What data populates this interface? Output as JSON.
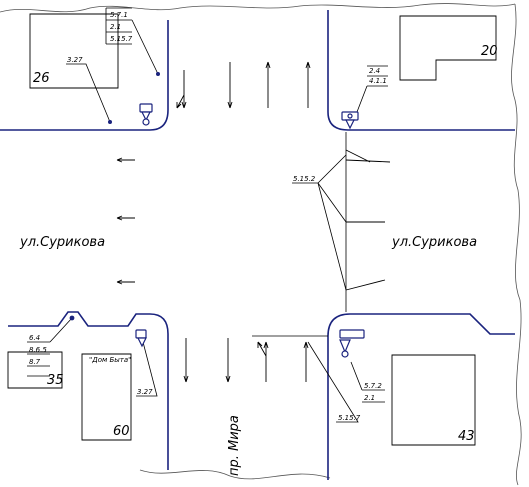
{
  "streets": {
    "horizontal_left": "ул.Сурикова",
    "horizontal_right": "ул.Сурикова",
    "vertical": "пр. Мира"
  },
  "buildings": {
    "b26": "26",
    "b20": "20",
    "b35": "35",
    "b60": "60",
    "b43": "43",
    "b60_sign": "\"Дом Быта\""
  },
  "callouts": {
    "nw_stack": [
      "5.7.1",
      "2.1",
      "5.15.7"
    ],
    "nw_327": "3.27",
    "ne_stack": [
      "2.4",
      "4.1.1"
    ],
    "center_5152": "5.15.2",
    "sw_stack": [
      "6.4",
      "8.6.5",
      "8.7"
    ],
    "sw_327": "3.27",
    "se_stack": [
      "5.7.2",
      "2.1"
    ],
    "s_5157": "5.15.7"
  },
  "colors": {
    "curb": "#1a237e",
    "ink": "#000000"
  }
}
